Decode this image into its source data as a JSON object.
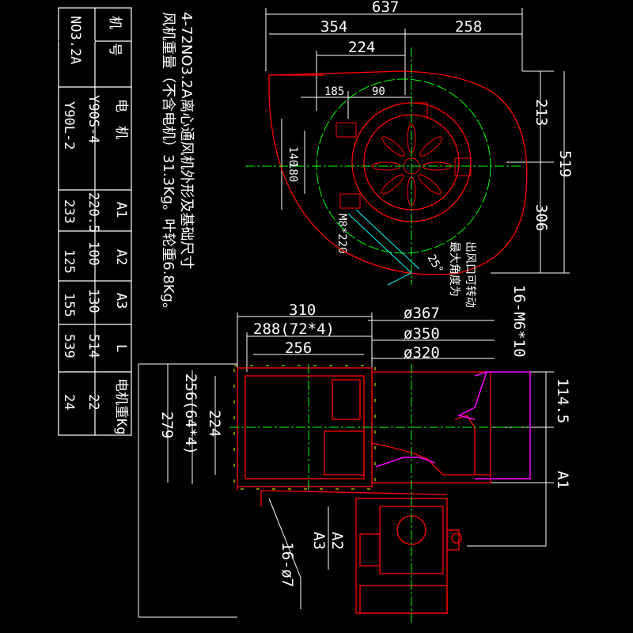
{
  "dims": {
    "total_width": "637",
    "left_width": "354",
    "right_width": "258",
    "inner_width": "224",
    "d185": "185",
    "d90": "90",
    "h213": "213",
    "h306": "306",
    "h519": "519",
    "h140": "140",
    "h180": "180",
    "m8": "M8*220",
    "angle": "25°",
    "d310": "310",
    "d288": "288(72*4)",
    "d256": "256",
    "d256v": "256(64*4)",
    "d224v": "224",
    "d279": "279",
    "phi367": "ø367",
    "phi350": "ø350",
    "phi320": "ø320",
    "m6": "16-M6*10",
    "d114": "114.5",
    "a1": "A1",
    "a2": "A2",
    "a3": "A3",
    "phi7": "16-ø7"
  },
  "notes": {
    "title_line1": "4-72NO3.2A离心通风机外形及基础尺寸",
    "title_line2": "风机重量（不含电机）31.3Kg。叶轮重6.8Kg。",
    "outlet_note_1": "出风口可转动",
    "outlet_note_2": "最大角度为"
  },
  "table": {
    "headers": [
      "机　号",
      "电　机",
      "A1",
      "A2",
      "A3",
      "L",
      "电机重Kg"
    ],
    "model": "NO3.2A",
    "rows": [
      [
        "Y90S-4",
        "220.5",
        "100",
        "130",
        "514",
        "22"
      ],
      [
        "Y90L-2",
        "233",
        "125",
        "155",
        "539",
        "24"
      ]
    ]
  },
  "colors": {
    "background": "#000000",
    "outline": "#ff0000",
    "centerline": "#00ff00",
    "dimension": "#ffffff",
    "detail": "#ff00ff",
    "aux": "#ffff00",
    "leader": "#00ffff"
  }
}
